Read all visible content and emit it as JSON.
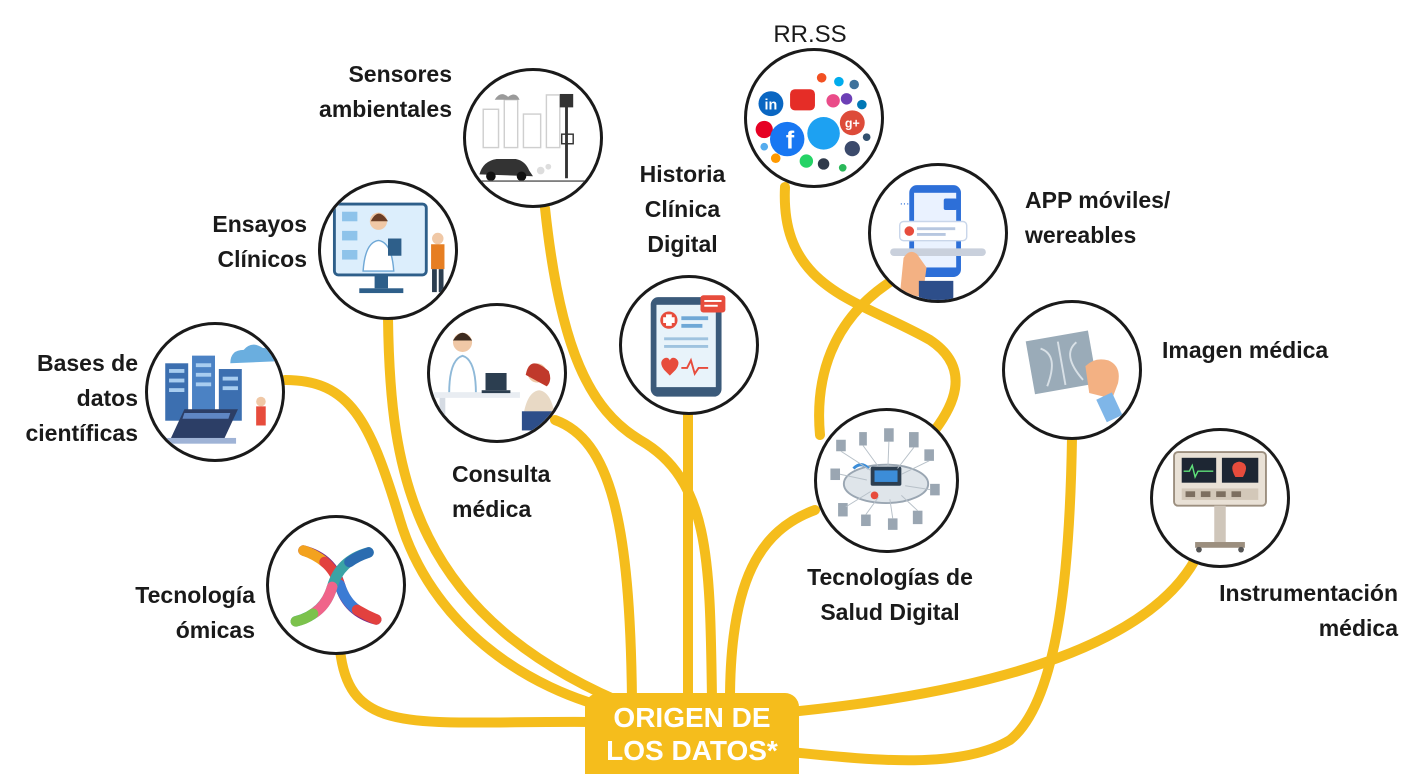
{
  "colors": {
    "connector": "#F5BD1C",
    "circle_border": "#1A1A1A",
    "origin_bg": "#F5BD1C",
    "origin_text": "#FFFFFF",
    "label_text": "#1A1A1A"
  },
  "origin": {
    "label": "ORIGEN DE\nLOS DATOS*"
  },
  "sources": {
    "sensores": {
      "label": "Sensores\nambientales",
      "icon": "city-street-car-icon"
    },
    "rrss": {
      "label": "RR.SS",
      "icon": "social-media-icons"
    },
    "historia": {
      "label": "Historia\nClínica\nDigital",
      "icon": "tablet-medical-record-icon"
    },
    "ensayos": {
      "label": "Ensayos\nClínicos",
      "icon": "telemedicine-doctor-icon"
    },
    "app": {
      "label": "APP móviles/\nwereables",
      "icon": "smartphone-app-icon"
    },
    "bases": {
      "label": "Bases de\ndatos\ncientíficas",
      "icon": "server-cloud-laptop-icon"
    },
    "consulta": {
      "label": "Consulta\nmédica",
      "icon": "doctor-patient-icon"
    },
    "imagen": {
      "label": "Imagen médica",
      "icon": "xray-hand-icon"
    },
    "salud": {
      "label": "Tecnologías de\nSalud Digital",
      "icon": "connected-devices-icon"
    },
    "instrumentacion": {
      "label": "Instrumentación\nmédica",
      "icon": "medical-monitor-icon"
    },
    "omicas": {
      "label": "Tecnología\nómicas",
      "icon": "dna-helix-icon"
    }
  }
}
